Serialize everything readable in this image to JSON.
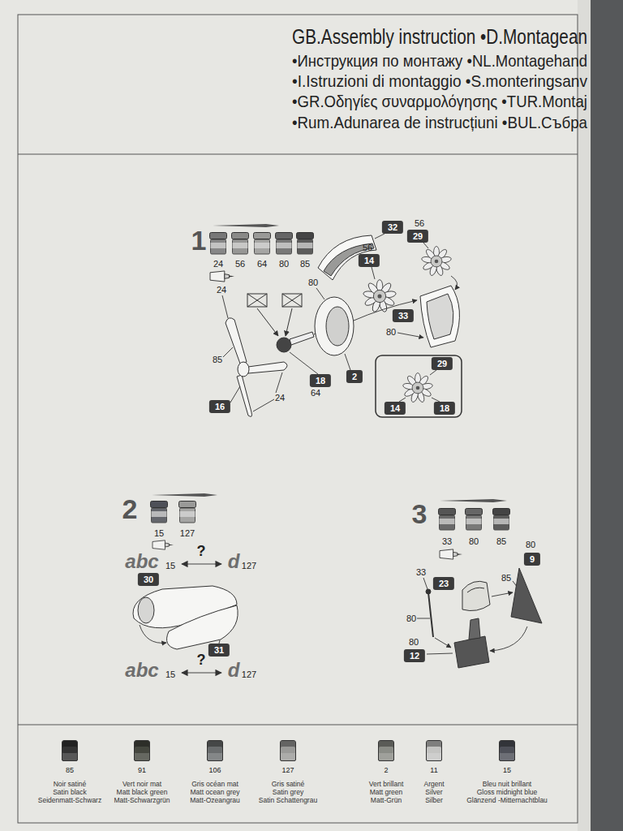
{
  "diagram": {
    "nodes": [
      {
        "text": [
          "32"
        ]
      },
      {
        "text": [
          "29"
        ]
      },
      {
        "text": [
          "14"
        ]
      },
      {
        "text": [
          "33"
        ]
      },
      {
        "text": [
          "29"
        ]
      },
      {
        "text": [
          "2"
        ]
      },
      {
        "text": [
          "18"
        ]
      },
      {
        "text": [
          "16"
        ]
      },
      {
        "text": [
          "14"
        ]
      },
      {
        "text": [
          "18"
        ]
      },
      {
        "text": [
          "30"
        ]
      },
      {
        "text": [
          "9"
        ]
      },
      {
        "text": [
          "23"
        ]
      },
      {
        "text": [
          "31"
        ]
      },
      {
        "text": [
          "12"
        ]
      }
    ],
    "labels": [
      "GB.Assembly instruction •D.Montagean",
      "•Инструкция по монтажу •NL.Montagehand",
      "•I.Istruzioni di montaggio •S.monteringsanv",
      "•GR.Οδηγίες συναρμολόγησης •TUR.Montaj",
      "•Rum.Adunarea de instrucțiuni •BUL.Събра",
      "1",
      "24",
      "56",
      "64",
      "80",
      "85",
      "24",
      "56",
      "56",
      "80",
      "80",
      "85",
      "64",
      "24",
      "2",
      "15",
      "127",
      "abc",
      "15",
      "?",
      "d",
      "127",
      "abc",
      "15",
      "?",
      "d",
      "127",
      "3",
      "33",
      "80",
      "85",
      "80",
      "85",
      "33",
      "80",
      "80",
      "Noir satiné",
      "Satin black",
      "Seidenmatt-Schwarz",
      "Vert noir mat",
      "Matt black green",
      "Matt-Schwarzgrün",
      "Gris océan mat",
      "Matt ocean grey",
      "Matt-Ozeangrau",
      "Gris satiné",
      "Satin grey",
      "Satin Schattengrau",
      "Vert brillant",
      "Matt green",
      "Matt-Grün",
      "Argent",
      "Silver",
      "Silber",
      "Bleu nuit brillant",
      "Gloss midnight blue",
      "Glänzend -Mitternachtblau"
    ],
    "legend": [
      {
        "text": "85",
        "color": "#333333"
      },
      {
        "text": "91",
        "color": "#45473f"
      },
      {
        "text": "106",
        "color": "#6a6d6e"
      },
      {
        "text": "127",
        "color": "#9a9a98"
      },
      {
        "text": "2",
        "color": "#8a8c86"
      },
      {
        "text": "11",
        "color": "#c4c4c2"
      },
      {
        "text": "15",
        "color": "#4e5058"
      }
    ]
  }
}
